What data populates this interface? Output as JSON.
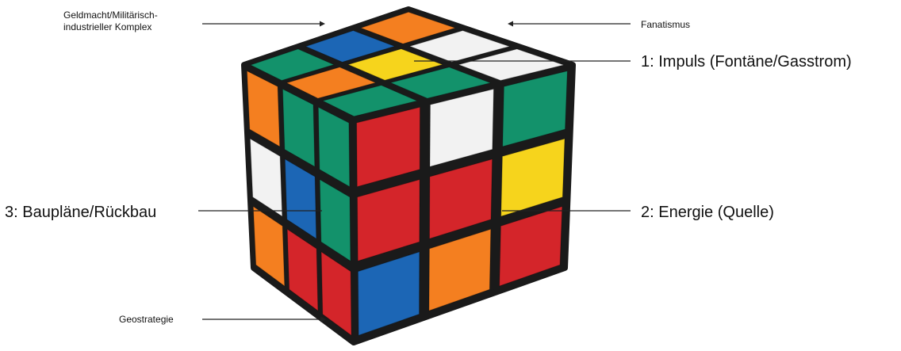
{
  "labels": {
    "geldmacht_line1": "Geldmacht/Militärisch-",
    "geldmacht_line2": "industrieller Komplex",
    "fanatismus": "Fanatismus",
    "impuls": "1: Impuls (Fontäne/Gasstrom)",
    "bauplaene": "3: Baupläne/Rückbau",
    "energie": "2: Energie (Quelle)",
    "geostrategie": "Geostrategie"
  },
  "cube": {
    "colors": {
      "orange": "#F47F20",
      "blue": "#1C66B5",
      "white": "#F2F2F2",
      "green": "#13926B",
      "yellow": "#F6D41C",
      "red": "#D4252A",
      "body": "#1a1a1a"
    },
    "top_face": [
      [
        "green",
        "blue",
        "orange"
      ],
      [
        "orange",
        "yellow",
        "white"
      ],
      [
        "green",
        "green",
        "white"
      ]
    ],
    "left_face": [
      [
        "orange",
        "green",
        "green"
      ],
      [
        "white",
        "blue",
        "green"
      ],
      [
        "orange",
        "red",
        "red"
      ]
    ],
    "right_face": [
      [
        "red",
        "white",
        "green"
      ],
      [
        "red",
        "red",
        "yellow"
      ],
      [
        "blue",
        "orange",
        "red"
      ]
    ]
  }
}
